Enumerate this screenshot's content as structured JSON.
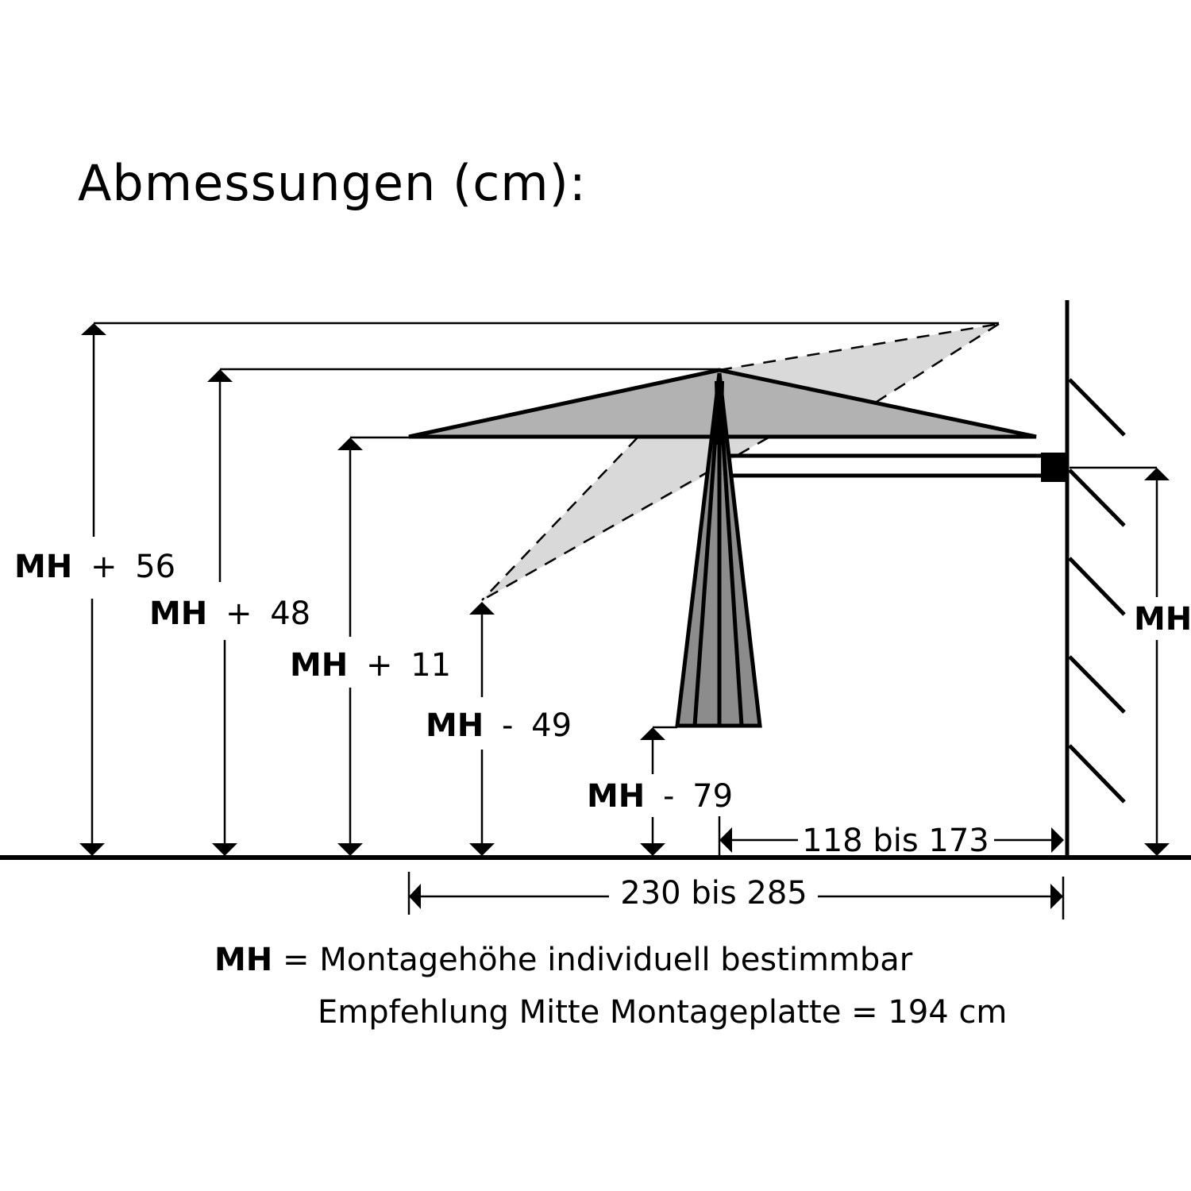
{
  "title": "Abmessungen (cm):",
  "units": "cm",
  "abbreviation": "MH",
  "height_labels": [
    {
      "key": "mh_plus_56",
      "prefix": "MH",
      "op": "+",
      "value": "56"
    },
    {
      "key": "mh_plus_48",
      "prefix": "MH",
      "op": "+",
      "value": "48"
    },
    {
      "key": "mh_plus_11",
      "prefix": "MH",
      "op": "+",
      "value": "11"
    },
    {
      "key": "mh_minus_49",
      "prefix": "MH",
      "op": "-",
      "value": "49"
    },
    {
      "key": "mh_minus_79",
      "prefix": "MH",
      "op": "-",
      "value": "79"
    }
  ],
  "wall_height_label": "MH",
  "horizontal_dimensions": [
    {
      "key": "pole_to_wall",
      "text": "118 bis 173"
    },
    {
      "key": "canopy_to_wall",
      "text": "230 bis 285"
    }
  ],
  "legend": {
    "abbr": "MH",
    "line1": " = Montagehöhe individuell bestimmbar",
    "line2": "Empfehlung Mitte Montageplatte = 194 cm"
  },
  "colors": {
    "canopy": "#b2b2b2",
    "canopy_tilted": "#d9d9d9",
    "pole": "#8c8c8c",
    "line": "#000000",
    "background": "#ffffff"
  }
}
